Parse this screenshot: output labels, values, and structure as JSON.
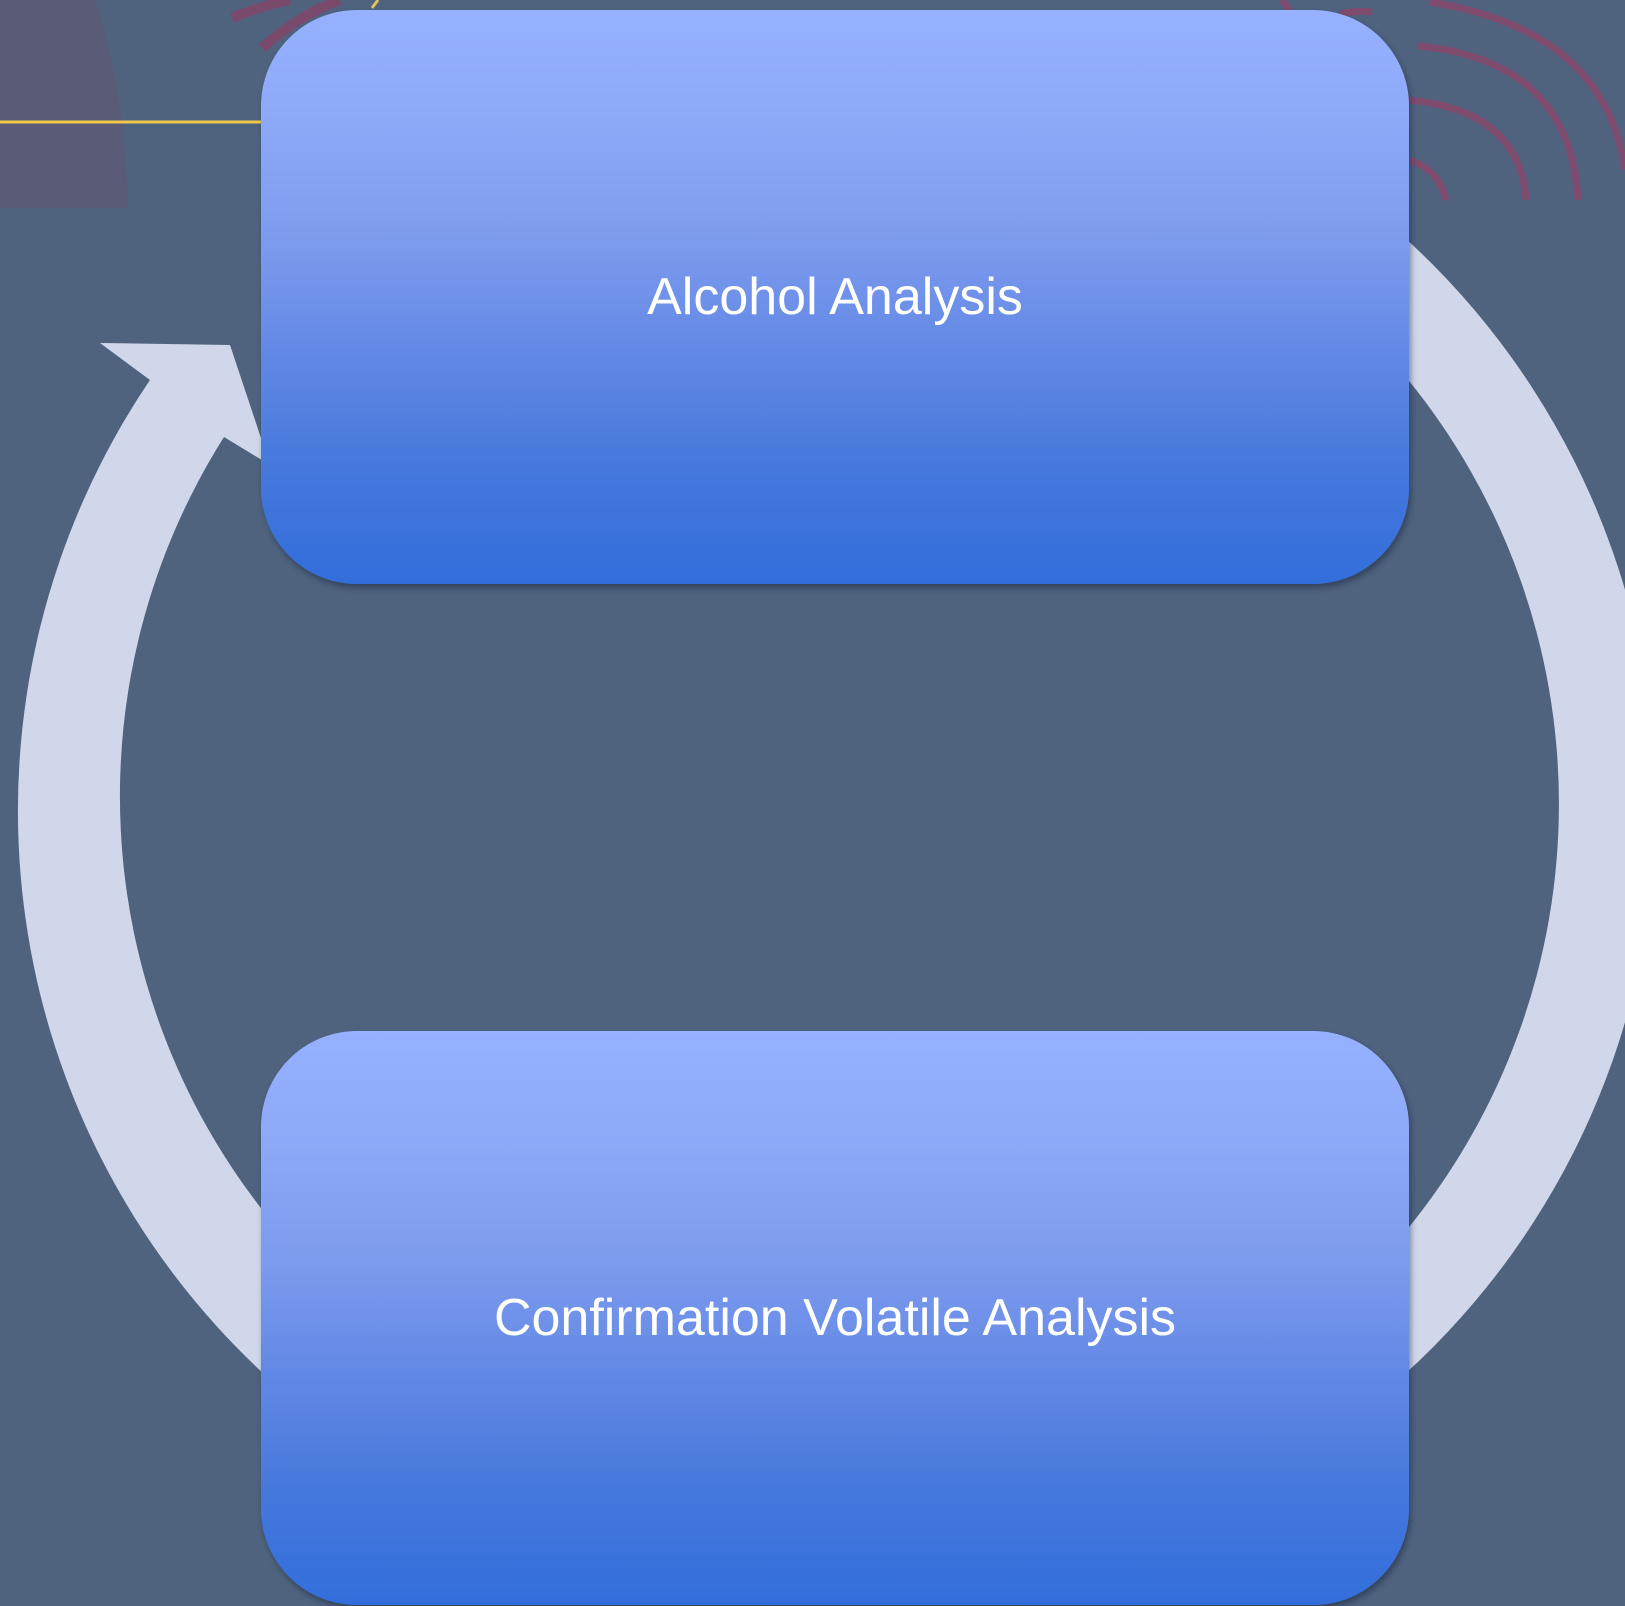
{
  "diagram": {
    "type": "cycle",
    "steps": [
      {
        "label": "Alcohol Analysis"
      },
      {
        "label": "Confirmation Volatile Analysis"
      }
    ],
    "colors": {
      "background": "#4f637e",
      "cycle_arrow": "#d0d7ea",
      "box_top": "#96b1ff",
      "box_bottom": "#326edb",
      "label_text": "#ffffff",
      "decor_line": "#f0c84a",
      "decor_pattern": "#8a4a6e"
    }
  }
}
